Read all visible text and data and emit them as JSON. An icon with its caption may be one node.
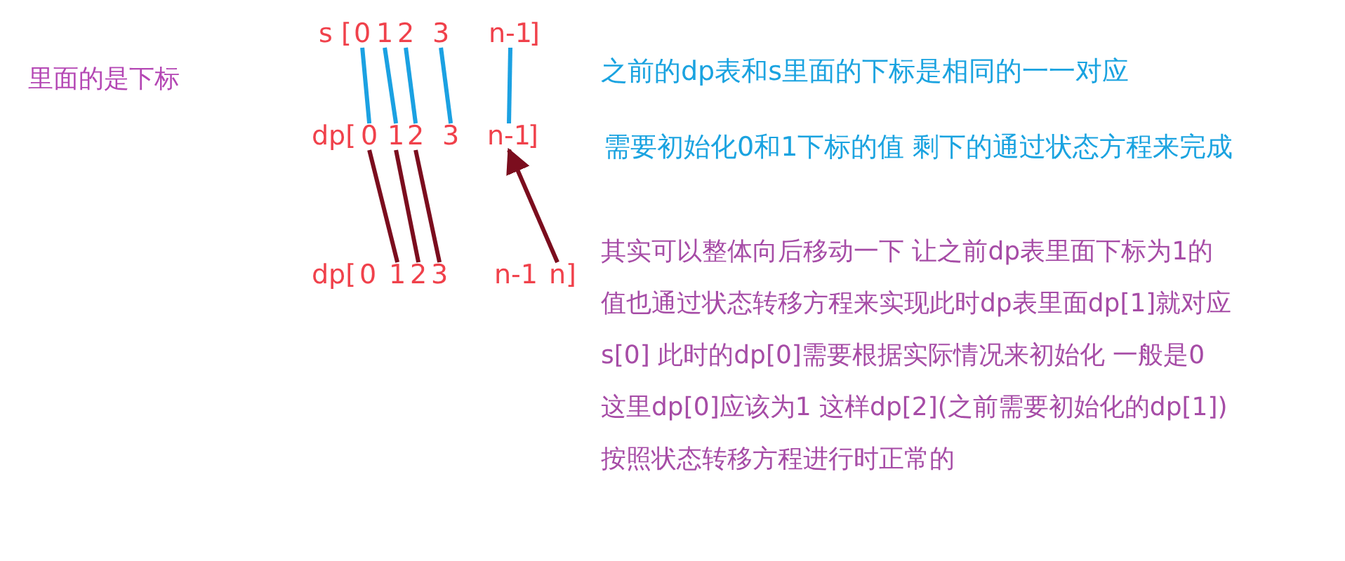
{
  "diagram": {
    "nodes": [
      {
        "text": [
          "0"
        ]
      },
      {
        "text": [
          "1"
        ]
      },
      {
        "text": [
          "2"
        ]
      },
      {
        "text": [
          "3"
        ]
      },
      {
        "text": [
          "n-1"
        ]
      },
      {
        "text": [
          "0"
        ]
      },
      {
        "text": [
          "1"
        ]
      },
      {
        "text": [
          "2"
        ]
      },
      {
        "text": [
          "3"
        ]
      },
      {
        "text": [
          "n-1"
        ]
      },
      {
        "text": [
          "0"
        ]
      },
      {
        "text": [
          "1"
        ]
      },
      {
        "text": [
          "2"
        ]
      },
      {
        "text": [
          "3"
        ]
      },
      {
        "text": [
          "n-1"
        ]
      },
      {
        "text": [
          "n"
        ]
      }
    ],
    "edges": [
      {
        "from": 0,
        "to": 5,
        "arrow": "none"
      },
      {
        "from": 1,
        "to": 6,
        "arrow": "none"
      },
      {
        "from": 2,
        "to": 7,
        "arrow": "none"
      },
      {
        "from": 3,
        "to": 8,
        "arrow": "none"
      },
      {
        "from": 4,
        "to": 9,
        "arrow": "none"
      },
      {
        "from": 5,
        "to": 11,
        "arrow": "none",
        "color": "#7b0d1e"
      },
      {
        "from": 6,
        "to": 12,
        "arrow": "none",
        "color": "#7b0d1e"
      },
      {
        "from": 7,
        "to": 13,
        "arrow": "none",
        "color": "#7b0d1e"
      },
      {
        "from": 15,
        "to": 9,
        "arrow": "to",
        "color": "#7b0d1e"
      }
    ],
    "labels": [
      "s [",
      "]",
      "里面的是下标",
      "之前的dp表和s里面的下标是相同的一一对应",
      "dp[",
      "]",
      "需要初始化0和1下标的值 剩下的通过状态方程来完成",
      "dp[",
      "]",
      "其实可以整体向后移动一下 让之前dp表里面下标为1的值也通过状态转移方程来实现此时dp表里面dp[1]就对应s[0] 此时的dp[0]需要根据实际情况来初始化 一般是0 这里dp[0]应该为1 这样dp[2](之前需要初始化的dp[1])按照状态转移方程进行时正常的"
    ]
  }
}
